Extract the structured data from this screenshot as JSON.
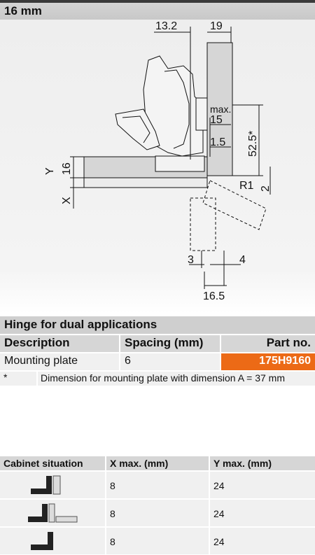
{
  "header": {
    "title": "16 mm"
  },
  "drawing": {
    "dims": {
      "d13_2": "13.2",
      "d19": "19",
      "max": "max.",
      "d15": "15",
      "d1_5": "1.5",
      "d52_5": "52.5*",
      "Y": "Y",
      "d16": "16",
      "X": "X",
      "R1": "R1",
      "d2": "2",
      "d3": "3",
      "d4": "4",
      "d16_5": "16.5"
    }
  },
  "info": {
    "title": "Hinge for dual applications",
    "columns": {
      "description": "Description",
      "spacing": "Spacing (mm)",
      "part": "Part no."
    },
    "row": {
      "description": "Mounting plate",
      "spacing": "6",
      "part": "175H9160"
    },
    "footnote": {
      "mark": "*",
      "text": "Dimension for mounting plate with dimension A = 37 mm"
    }
  },
  "cabinet": {
    "columns": {
      "situation": "Cabinet situation",
      "x": "X max. (mm)",
      "y": "Y max. (mm)"
    },
    "rows": [
      {
        "icon": "cabinet-situation-1-icon",
        "x": "8",
        "y": "24"
      },
      {
        "icon": "cabinet-situation-2-icon",
        "x": "8",
        "y": "24"
      },
      {
        "icon": "cabinet-situation-3-icon",
        "x": "8",
        "y": "24"
      }
    ]
  },
  "colors": {
    "part_highlight": "#ec6a16",
    "header_bg": "#d0d0d0",
    "row_bg": "#f0f0f0"
  }
}
